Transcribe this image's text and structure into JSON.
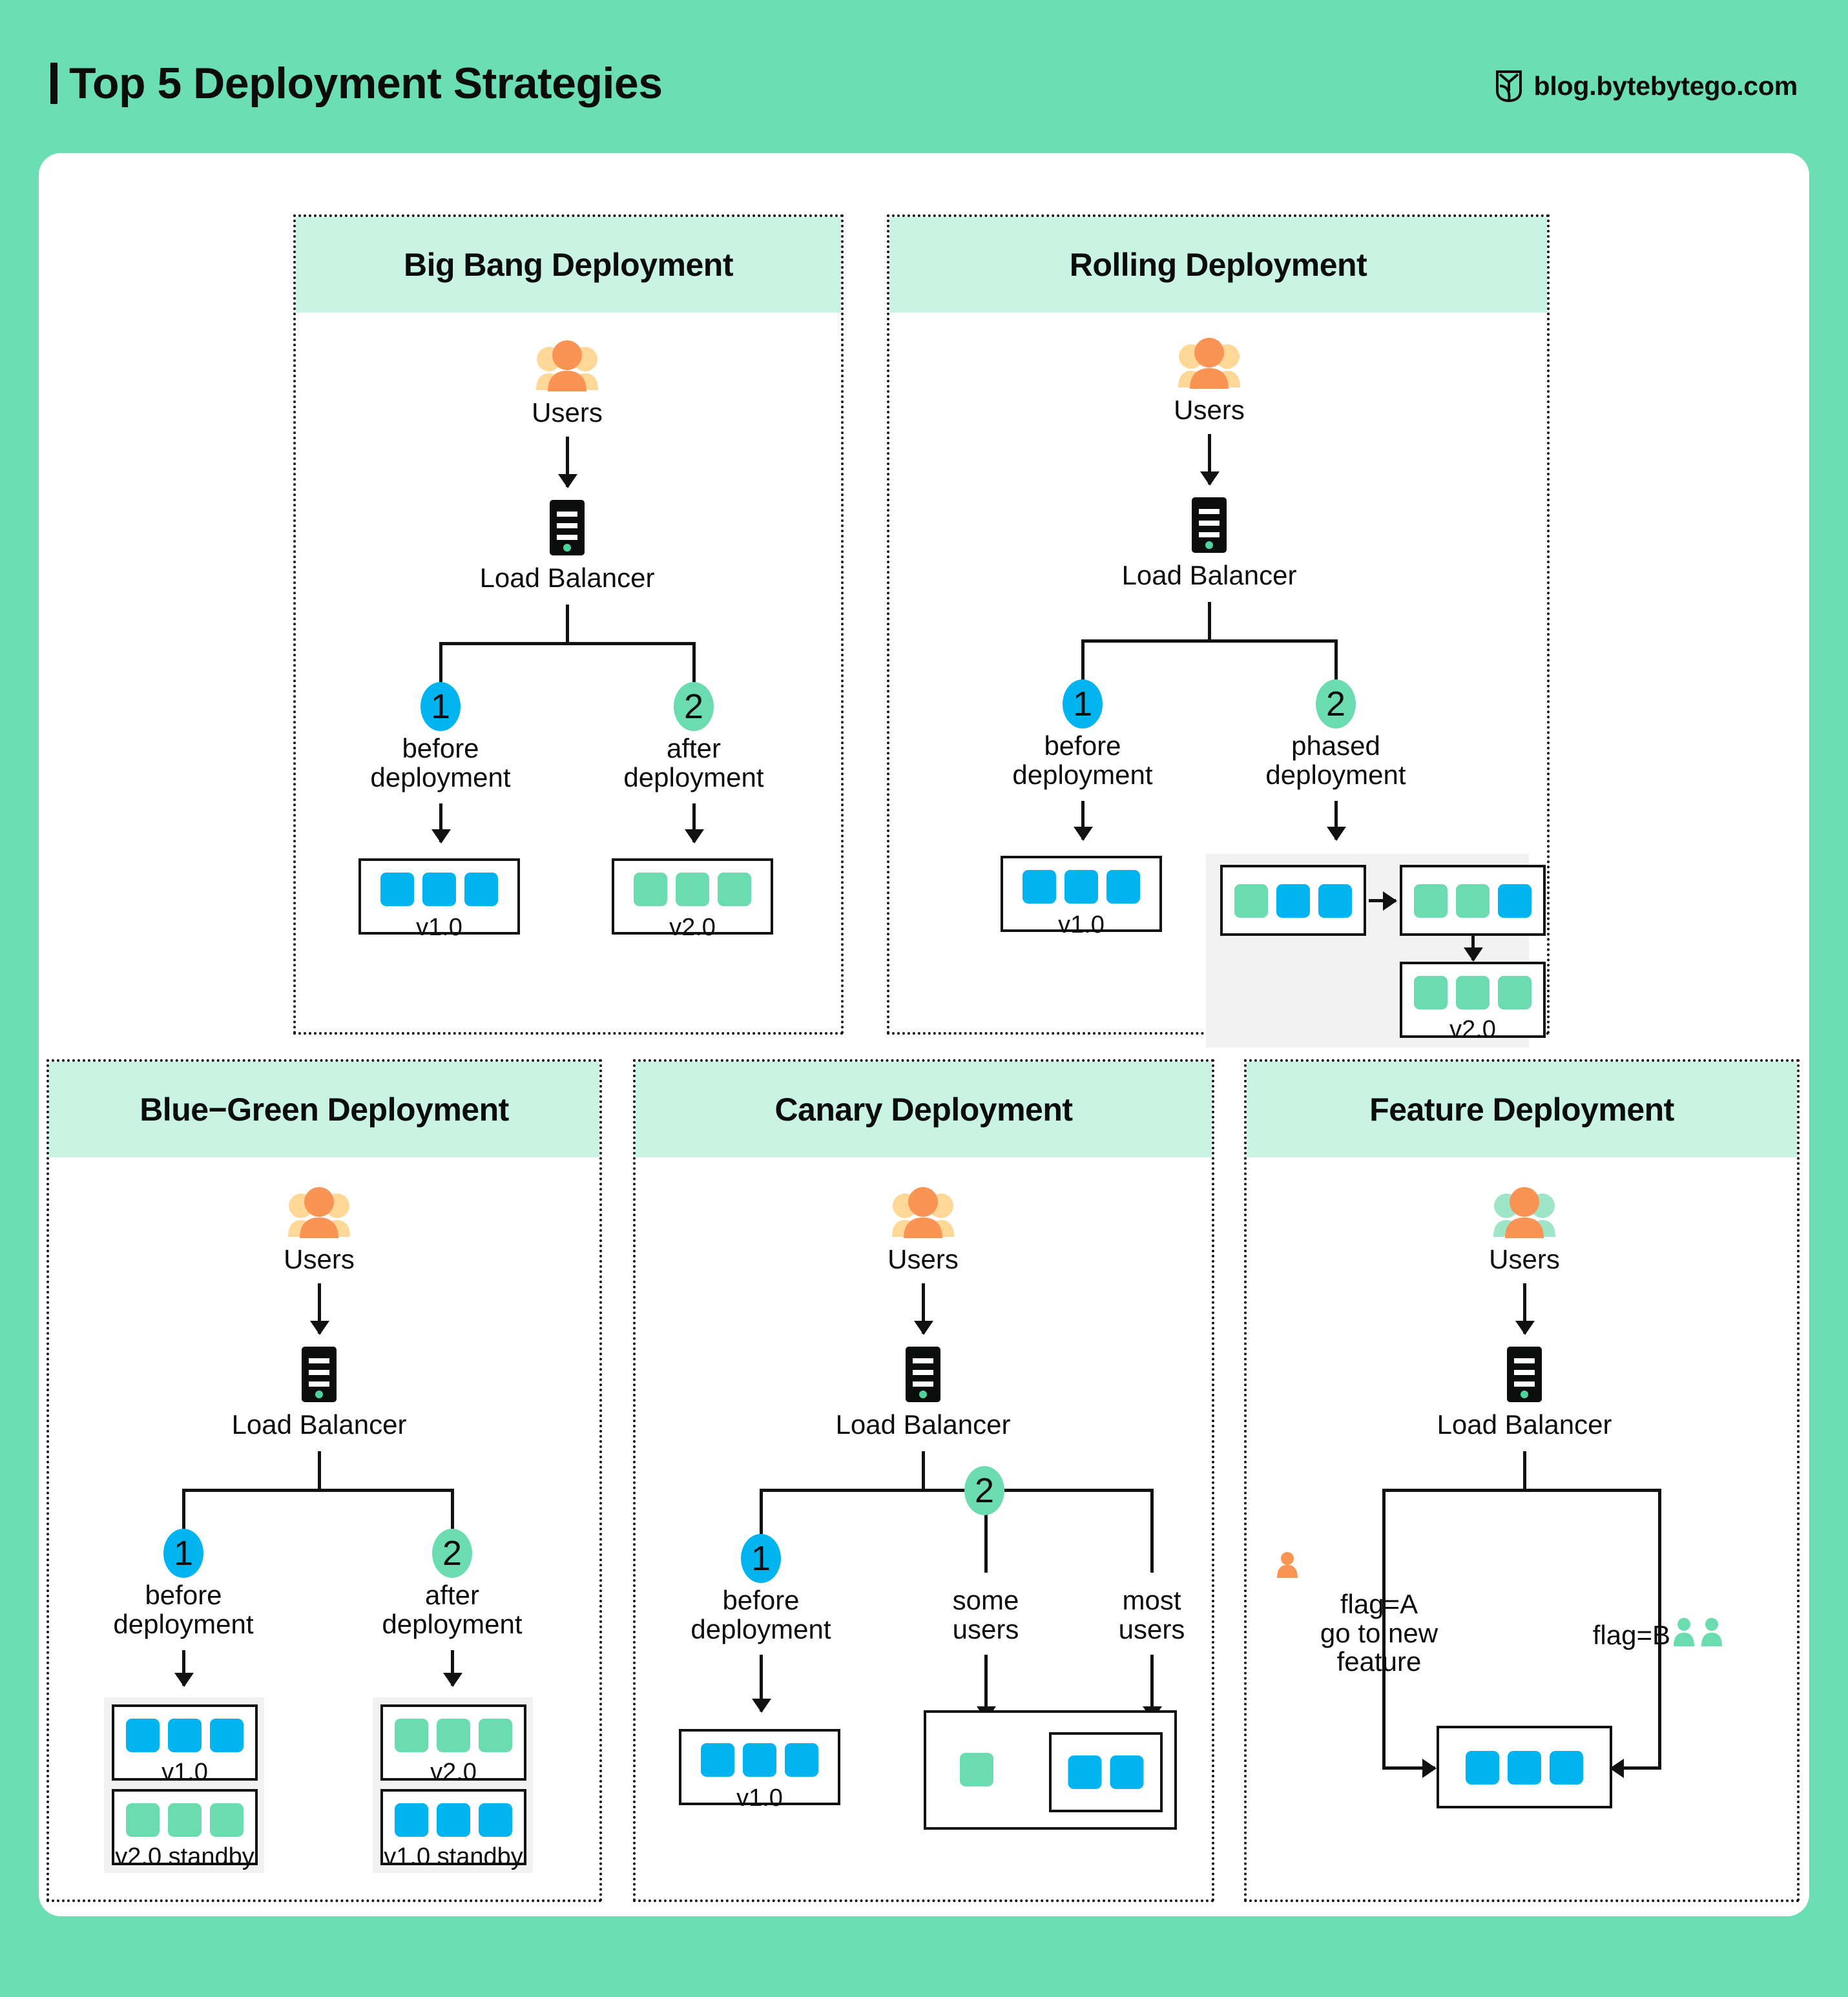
{
  "header": {
    "title": "Top 5 Deployment Strategies",
    "brand": "blog.bytebytego.com",
    "logo_icon": "bytebytego-logo-icon"
  },
  "colors": {
    "page_background": "#6bdfb3",
    "panel_background": "#ffffff",
    "card_header": "#c9f3e2",
    "blue": "#00b4ef",
    "green": "#6bdcb0",
    "gray_zone": "#f2f2f2",
    "ink": "#0b0d0c"
  },
  "common": {
    "users_label": "Users",
    "load_balancer_label": "Load Balancer",
    "users_icon": "users-icon",
    "server_icon": "server-icon"
  },
  "cards": [
    {
      "id": "big-bang",
      "title": "Big Bang Deployment",
      "branches": [
        {
          "badge": "1",
          "badge_color": "blue",
          "label": "before\ndeployment",
          "box": {
            "tag": "v1.0",
            "chips": [
              "blue",
              "blue",
              "blue"
            ]
          }
        },
        {
          "badge": "2",
          "badge_color": "green",
          "label": "after\ndeployment",
          "box": {
            "tag": "v2.0",
            "chips": [
              "green",
              "green",
              "green"
            ]
          }
        }
      ]
    },
    {
      "id": "rolling",
      "title": "Rolling Deployment",
      "branches": [
        {
          "badge": "1",
          "badge_color": "blue",
          "label": "before\ndeployment",
          "box": {
            "tag": "v1.0",
            "chips": [
              "blue",
              "blue",
              "blue"
            ]
          }
        },
        {
          "badge": "2",
          "badge_color": "green",
          "label": "phased\ndeployment",
          "phases": [
            {
              "tag": "",
              "chips": [
                "green",
                "blue",
                "blue"
              ]
            },
            {
              "tag": "",
              "chips": [
                "green",
                "green",
                "blue"
              ]
            },
            {
              "tag": "v2.0",
              "chips": [
                "green",
                "green",
                "green"
              ]
            }
          ]
        }
      ]
    },
    {
      "id": "blue-green",
      "title": "Blue−Green Deployment",
      "branches": [
        {
          "badge": "1",
          "badge_color": "blue",
          "label": "before\ndeployment",
          "boxes": [
            {
              "tag": "v1.0",
              "chips": [
                "blue",
                "blue",
                "blue"
              ]
            },
            {
              "tag": "v2.0 standby",
              "chips": [
                "green",
                "green",
                "green"
              ]
            }
          ]
        },
        {
          "badge": "2",
          "badge_color": "green",
          "label": "after\ndeployment",
          "boxes": [
            {
              "tag": "v2.0",
              "chips": [
                "green",
                "green",
                "green"
              ]
            },
            {
              "tag": "v1.0 standby",
              "chips": [
                "blue",
                "blue",
                "blue"
              ]
            }
          ]
        }
      ]
    },
    {
      "id": "canary",
      "title": "Canary Deployment",
      "badge_2": "2",
      "branches": [
        {
          "badge": "1",
          "badge_color": "blue",
          "label": "before\ndeployment",
          "box": {
            "tag": "v1.0",
            "chips": [
              "blue",
              "blue",
              "blue"
            ]
          }
        },
        {
          "label": "some\nusers",
          "chips": [
            "green"
          ]
        },
        {
          "label": "most\nusers",
          "chips": [
            "blue",
            "blue"
          ]
        }
      ]
    },
    {
      "id": "feature",
      "title": "Feature Deployment",
      "flag_a_label": "flag=A\ngo to new\nfeature",
      "flag_b_label": "flag=B",
      "single_user_icon": "single-user-icon-orange",
      "pair_user_icon": "pair-user-icon-green",
      "box": {
        "tag": "",
        "chips": [
          "blue",
          "blue",
          "blue"
        ]
      }
    }
  ]
}
